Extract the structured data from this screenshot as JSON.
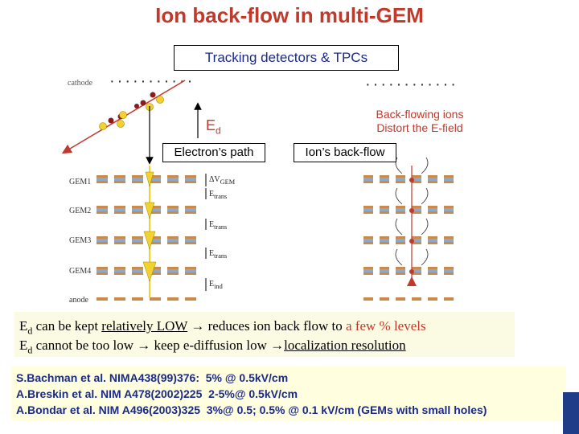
{
  "title": "Ion back-flow in multi-GEM",
  "subtitle": "Tracking detectors & TPCs",
  "left_diagram": {
    "cathode_label": "cathode",
    "ed_main": "E",
    "ed_sub": "d",
    "electron_path_label": "Electron’s path",
    "gem_labels": [
      "GEM1",
      "GEM2",
      "GEM3",
      "GEM4",
      "anode"
    ],
    "field_labels": [
      {
        "main": "ΔV",
        "sub": "GEM"
      },
      {
        "main": "E",
        "sub": "trans"
      },
      {
        "main": "E",
        "sub": "trans"
      },
      {
        "main": "E",
        "sub": "trans"
      },
      {
        "main": "E",
        "sub": "ind"
      }
    ]
  },
  "right_diagram": {
    "title_line1": "Back-flowing ions",
    "title_line2": "Distort the E-field",
    "ion_backflow_label": "Ion’s back-flow"
  },
  "notes": {
    "line1": {
      "a": "E",
      "a_sub": "d",
      "b": " can be kept ",
      "c": "relatively LOW",
      "d": " → reduces ion back flow to ",
      "e": "a few % levels"
    },
    "line2": {
      "a": "E",
      "a_sub": "d",
      "b": " cannot be too low → keep e-diffusion low →",
      "c": "localization resolution"
    }
  },
  "references": [
    {
      "author": "S.Bachman et al. NIMA438(99)376:",
      "value": "5% @ 0.5kV/cm"
    },
    {
      "author": "A.Breskin et al. NIM A478(2002)225",
      "value": "2-5%@ 0.5kV/cm"
    },
    {
      "author": "A.Bondar et al. NIM A496(2003)325",
      "value": "3%@ 0.5; 0.5% @ 0.1 kV/cm (GEMs with small holes)"
    }
  ],
  "colors": {
    "title": "#c0392b",
    "accent_blue": "#1a2a88",
    "gem_copper": "#c98a4a",
    "gem_kapton": "#8fa8c8",
    "electron": "#f2d22e",
    "ion": "#c0392b"
  }
}
